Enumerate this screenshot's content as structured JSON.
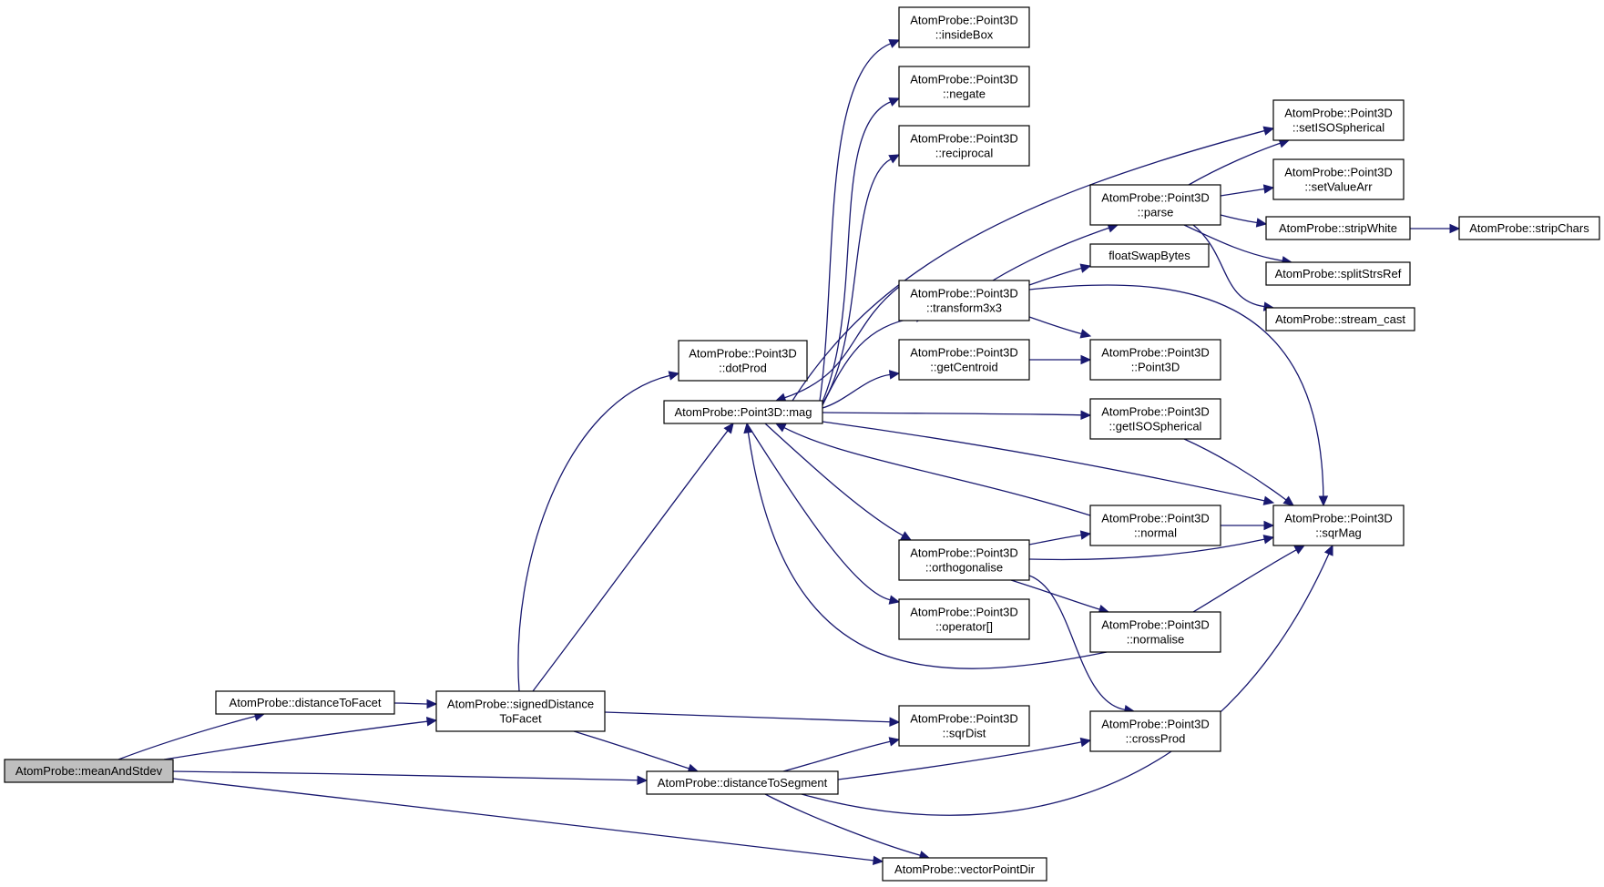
{
  "graph": {
    "nodes": [
      {
        "id": "meanAndStdev",
        "lines": [
          "AtomProbe::meanAndStdev"
        ],
        "root": true
      },
      {
        "id": "distanceToFacet",
        "lines": [
          "AtomProbe::distanceToFacet"
        ]
      },
      {
        "id": "signedDistanceToFacet",
        "lines": [
          "AtomProbe::signedDistance",
          "ToFacet"
        ]
      },
      {
        "id": "distanceToSegment",
        "lines": [
          "AtomProbe::distanceToSegment"
        ]
      },
      {
        "id": "vectorPointDir",
        "lines": [
          "AtomProbe::vectorPointDir"
        ]
      },
      {
        "id": "dotProd",
        "lines": [
          "AtomProbe::Point3D",
          "::dotProd"
        ]
      },
      {
        "id": "mag",
        "lines": [
          "AtomProbe::Point3D::mag"
        ]
      },
      {
        "id": "insideBox",
        "lines": [
          "AtomProbe::Point3D",
          "::insideBox"
        ]
      },
      {
        "id": "negate",
        "lines": [
          "AtomProbe::Point3D",
          "::negate"
        ]
      },
      {
        "id": "reciprocal",
        "lines": [
          "AtomProbe::Point3D",
          "::reciprocal"
        ]
      },
      {
        "id": "transform3x3",
        "lines": [
          "AtomProbe::Point3D",
          "::transform3x3"
        ]
      },
      {
        "id": "getCentroid",
        "lines": [
          "AtomProbe::Point3D",
          "::getCentroid"
        ]
      },
      {
        "id": "orthogonalise",
        "lines": [
          "AtomProbe::Point3D",
          "::orthogonalise"
        ]
      },
      {
        "id": "operatorIdx",
        "lines": [
          "AtomProbe::Point3D",
          "::operator[]"
        ]
      },
      {
        "id": "sqrDist",
        "lines": [
          "AtomProbe::Point3D",
          "::sqrDist"
        ]
      },
      {
        "id": "parse",
        "lines": [
          "AtomProbe::Point3D",
          "::parse"
        ]
      },
      {
        "id": "floatSwapBytes",
        "lines": [
          "floatSwapBytes"
        ]
      },
      {
        "id": "Point3D",
        "lines": [
          "AtomProbe::Point3D",
          "::Point3D"
        ]
      },
      {
        "id": "getISOSpherical",
        "lines": [
          "AtomProbe::Point3D",
          "::getISOSpherical"
        ]
      },
      {
        "id": "normal",
        "lines": [
          "AtomProbe::Point3D",
          "::normal"
        ]
      },
      {
        "id": "normalise",
        "lines": [
          "AtomProbe::Point3D",
          "::normalise"
        ]
      },
      {
        "id": "crossProd",
        "lines": [
          "AtomProbe::Point3D",
          "::crossProd"
        ]
      },
      {
        "id": "setISOSpherical",
        "lines": [
          "AtomProbe::Point3D",
          "::setISOSpherical"
        ]
      },
      {
        "id": "setValueArr",
        "lines": [
          "AtomProbe::Point3D",
          "::setValueArr"
        ]
      },
      {
        "id": "stripWhite",
        "lines": [
          "AtomProbe::stripWhite"
        ]
      },
      {
        "id": "splitStrsRef",
        "lines": [
          "AtomProbe::splitStrsRef"
        ]
      },
      {
        "id": "stream_cast",
        "lines": [
          "AtomProbe::stream_cast"
        ]
      },
      {
        "id": "sqrMag",
        "lines": [
          "AtomProbe::Point3D",
          "::sqrMag"
        ]
      },
      {
        "id": "stripChars",
        "lines": [
          "AtomProbe::stripChars"
        ]
      }
    ],
    "edges": [
      {
        "from": "meanAndStdev",
        "to": "distanceToFacet"
      },
      {
        "from": "meanAndStdev",
        "to": "signedDistanceToFacet"
      },
      {
        "from": "meanAndStdev",
        "to": "distanceToSegment"
      },
      {
        "from": "meanAndStdev",
        "to": "vectorPointDir"
      },
      {
        "from": "distanceToFacet",
        "to": "signedDistanceToFacet"
      },
      {
        "from": "signedDistanceToFacet",
        "to": "dotProd"
      },
      {
        "from": "signedDistanceToFacet",
        "to": "mag"
      },
      {
        "from": "signedDistanceToFacet",
        "to": "sqrDist"
      },
      {
        "from": "signedDistanceToFacet",
        "to": "distanceToSegment"
      },
      {
        "from": "distanceToSegment",
        "to": "sqrDist"
      },
      {
        "from": "distanceToSegment",
        "to": "crossProd"
      },
      {
        "from": "distanceToSegment",
        "to": "sqrMag"
      },
      {
        "from": "distanceToSegment",
        "to": "vectorPointDir"
      },
      {
        "from": "mag",
        "to": "insideBox"
      },
      {
        "from": "mag",
        "to": "negate"
      },
      {
        "from": "mag",
        "to": "reciprocal"
      },
      {
        "from": "mag",
        "to": "setISOSpherical"
      },
      {
        "from": "mag",
        "to": "transform3x3"
      },
      {
        "from": "mag",
        "to": "getCentroid"
      },
      {
        "from": "mag",
        "to": "getISOSpherical"
      },
      {
        "from": "mag",
        "to": "sqrMag"
      },
      {
        "from": "mag",
        "to": "orthogonalise"
      },
      {
        "from": "mag",
        "to": "operatorIdx"
      },
      {
        "from": "transform3x3",
        "to": "mag"
      },
      {
        "from": "normal",
        "to": "mag"
      },
      {
        "from": "normalise",
        "to": "mag"
      },
      {
        "from": "transform3x3",
        "to": "parse"
      },
      {
        "from": "transform3x3",
        "to": "floatSwapBytes"
      },
      {
        "from": "transform3x3",
        "to": "Point3D"
      },
      {
        "from": "transform3x3",
        "to": "sqrMag"
      },
      {
        "from": "getCentroid",
        "to": "Point3D"
      },
      {
        "from": "getISOSpherical",
        "to": "sqrMag"
      },
      {
        "from": "orthogonalise",
        "to": "normal"
      },
      {
        "from": "orthogonalise",
        "to": "sqrMag"
      },
      {
        "from": "orthogonalise",
        "to": "normalise"
      },
      {
        "from": "orthogonalise",
        "to": "crossProd"
      },
      {
        "from": "normal",
        "to": "sqrMag"
      },
      {
        "from": "normalise",
        "to": "sqrMag"
      },
      {
        "from": "parse",
        "to": "setISOSpherical"
      },
      {
        "from": "parse",
        "to": "setValueArr"
      },
      {
        "from": "parse",
        "to": "stripWhite"
      },
      {
        "from": "parse",
        "to": "splitStrsRef"
      },
      {
        "from": "parse",
        "to": "stream_cast"
      },
      {
        "from": "stripWhite",
        "to": "stripChars"
      }
    ]
  }
}
